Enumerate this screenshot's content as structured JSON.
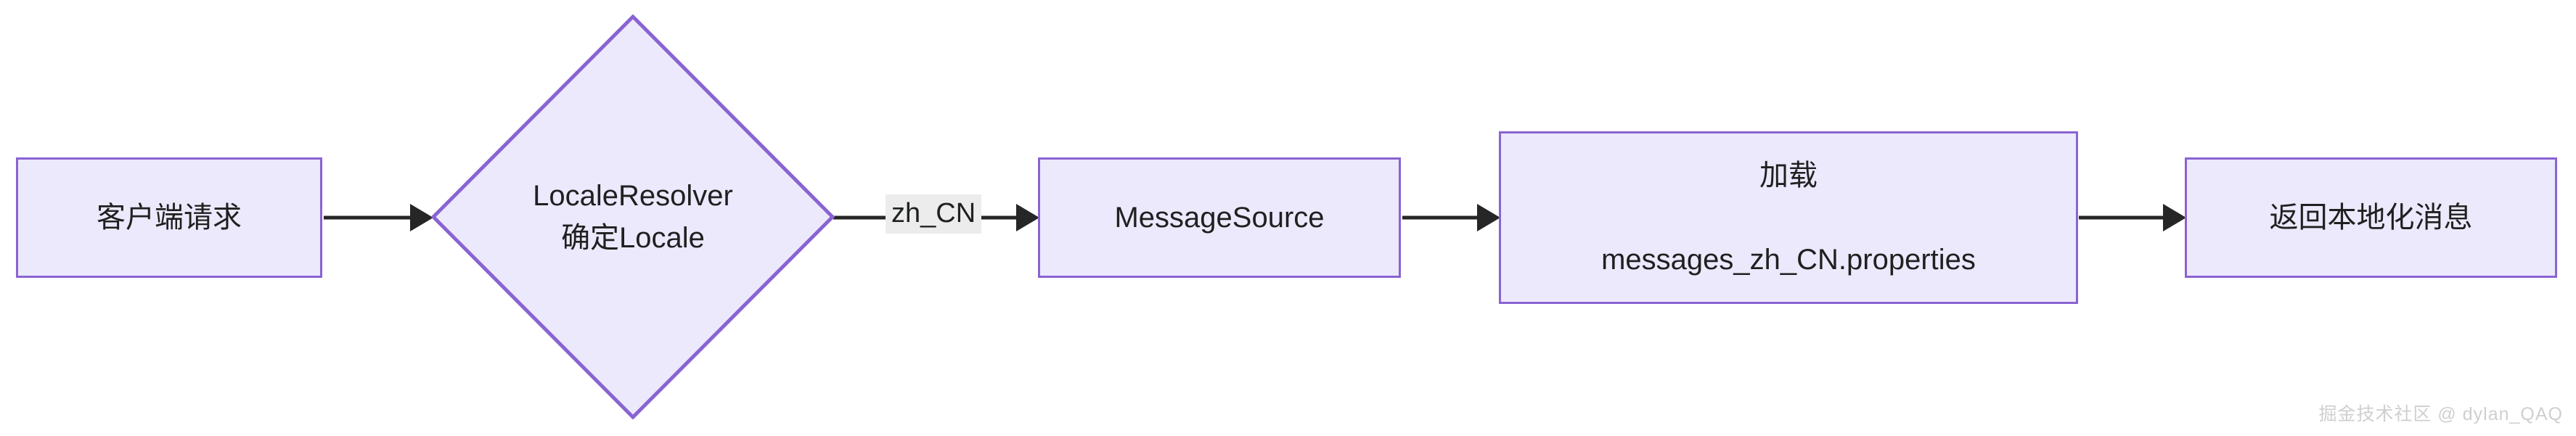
{
  "diagram": {
    "type": "flowchart",
    "direction": "left-to-right",
    "title": "",
    "theme": {
      "node_fill": "#ece9fc",
      "node_border": "#8a63d2",
      "node_text": "#1f2020",
      "edge_stroke": "#262626",
      "edge_label_bg": "#ececec",
      "background": "#ffffff",
      "watermark_color": "#cfcfcf"
    },
    "nodes": [
      {
        "id": "client",
        "shape": "rect",
        "label": "客户端请求"
      },
      {
        "id": "decision",
        "shape": "diamond",
        "label": "LocaleResolver\n确定Locale",
        "line1": "LocaleResolver",
        "line2": "确定Locale"
      },
      {
        "id": "msgsrc",
        "shape": "rect",
        "label": "MessageSource"
      },
      {
        "id": "load",
        "shape": "rect",
        "label": "加载\nmessages_zh_CN.properties",
        "line1": "加载",
        "line2": "messages_zh_CN.properties"
      },
      {
        "id": "return",
        "shape": "rect",
        "label": "返回本地化消息"
      }
    ],
    "edges": [
      {
        "from": "client",
        "to": "decision",
        "label": "",
        "arrow": "arrow-right"
      },
      {
        "from": "decision",
        "to": "msgsrc",
        "label": "zh_CN",
        "arrow": "arrow-right"
      },
      {
        "from": "msgsrc",
        "to": "load",
        "label": "",
        "arrow": "arrow-right"
      },
      {
        "from": "load",
        "to": "return",
        "label": "",
        "arrow": "arrow-right"
      }
    ],
    "watermark": "掘金技术社区 @ dylan_QAQ"
  }
}
